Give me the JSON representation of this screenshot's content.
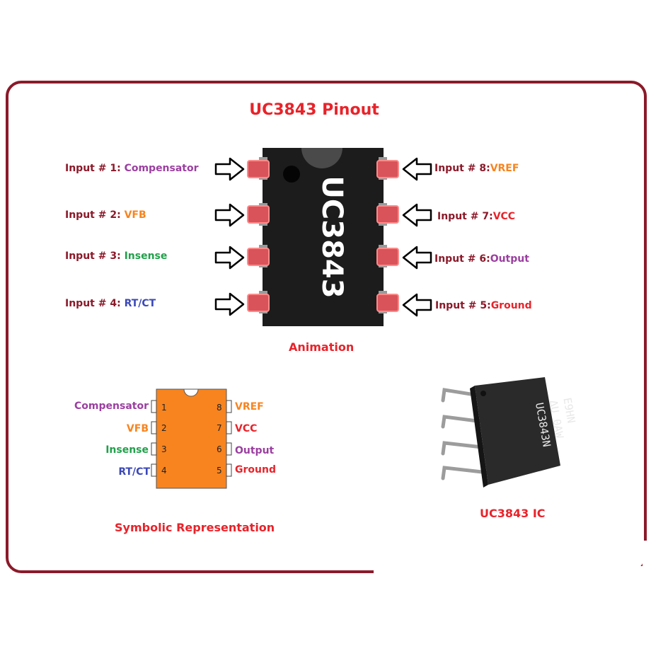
{
  "title": "UC3843 Pinout",
  "chip_marking": "UC3843",
  "captions": {
    "animation": "Animation",
    "symbolic": "Symbolic Representation",
    "ic": "UC3843 IC"
  },
  "ic_photo_marking": [
    "UC3843N",
    "ΔU 0AW",
    "E9HN"
  ],
  "pins": [
    {
      "prefix": "Input # 1: ",
      "name": "Compensator",
      "num": "1",
      "color": "#9b3fa0"
    },
    {
      "prefix": "Input # 2: ",
      "name": "VFB",
      "num": "2",
      "color": "#f7841f"
    },
    {
      "prefix": "Input # 3: ",
      "name": "Insense",
      "num": "3",
      "color": "#21a04a"
    },
    {
      "prefix": "Input # 4: ",
      "name": "RT/CT",
      "num": "4",
      "color": "#3b48b8"
    },
    {
      "prefix": "Input # 5:",
      "name": "Ground",
      "num": "5",
      "color": "#e8232a"
    },
    {
      "prefix": "Input # 6:",
      "name": "Output",
      "num": "6",
      "color": "#9b3fa0"
    },
    {
      "prefix": "Input # 7:",
      "name": "VCC",
      "num": "7",
      "color": "#e8232a"
    },
    {
      "prefix": "Input # 8:",
      "name": "VREF",
      "num": "8",
      "color": "#f7841f"
    }
  ],
  "colors": {
    "frame": "#8b1a2a",
    "title": "#e8232a",
    "chip_body": "#1c1c1c",
    "pin_pad": "#d9535a",
    "symbol_body": "#f7841f"
  }
}
